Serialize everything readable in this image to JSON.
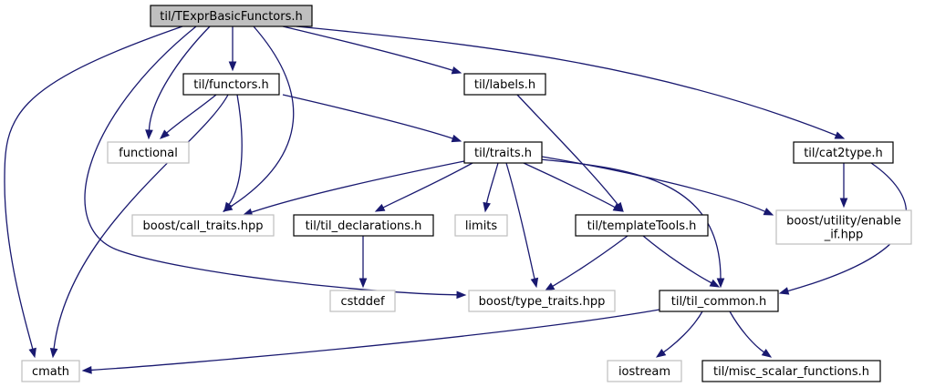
{
  "graph": {
    "colors": {
      "edge": "#191970",
      "root_fill": "#bfbfbf",
      "node_border": "#000000",
      "external_border": "#bfbfbf",
      "text": "#000000"
    },
    "nodes": [
      {
        "id": "root",
        "label": "til/TExprBasicFunctors.h",
        "kind": "root"
      },
      {
        "id": "functors",
        "label": "til/functors.h",
        "kind": "file"
      },
      {
        "id": "labels",
        "label": "til/labels.h",
        "kind": "file"
      },
      {
        "id": "cat2type",
        "label": "til/cat2type.h",
        "kind": "file"
      },
      {
        "id": "functional",
        "label": "functional",
        "kind": "external"
      },
      {
        "id": "traits",
        "label": "til/traits.h",
        "kind": "file"
      },
      {
        "id": "call_traits",
        "label": "boost/call_traits.hpp",
        "kind": "external"
      },
      {
        "id": "til_decl",
        "label": "til/til_declarations.h",
        "kind": "file"
      },
      {
        "id": "limits",
        "label": "limits",
        "kind": "external"
      },
      {
        "id": "templateTools",
        "label": "til/templateTools.h",
        "kind": "file"
      },
      {
        "id": "enable_if",
        "label": "boost/utility/enable\n_if.hpp",
        "kind": "external"
      },
      {
        "id": "cstddef",
        "label": "cstddef",
        "kind": "external"
      },
      {
        "id": "type_traits",
        "label": "boost/type_traits.hpp",
        "kind": "external"
      },
      {
        "id": "til_common",
        "label": "til/til_common.h",
        "kind": "file"
      },
      {
        "id": "cmath",
        "label": "cmath",
        "kind": "external"
      },
      {
        "id": "iostream",
        "label": "iostream",
        "kind": "external"
      },
      {
        "id": "misc",
        "label": "til/misc_scalar_functions.h",
        "kind": "file"
      }
    ],
    "edges": [
      {
        "from": "root",
        "to": "cmath"
      },
      {
        "from": "root",
        "to": "functional"
      },
      {
        "from": "root",
        "to": "functors"
      },
      {
        "from": "root",
        "to": "call_traits"
      },
      {
        "from": "root",
        "to": "type_traits"
      },
      {
        "from": "root",
        "to": "labels"
      },
      {
        "from": "root",
        "to": "cat2type"
      },
      {
        "from": "functors",
        "to": "functional"
      },
      {
        "from": "functors",
        "to": "call_traits"
      },
      {
        "from": "functors",
        "to": "cmath"
      },
      {
        "from": "functors",
        "to": "traits"
      },
      {
        "from": "labels",
        "to": "templateTools"
      },
      {
        "from": "cat2type",
        "to": "enable_if"
      },
      {
        "from": "cat2type",
        "to": "til_common"
      },
      {
        "from": "traits",
        "to": "call_traits"
      },
      {
        "from": "traits",
        "to": "til_decl"
      },
      {
        "from": "traits",
        "to": "limits"
      },
      {
        "from": "traits",
        "to": "type_traits"
      },
      {
        "from": "traits",
        "to": "templateTools"
      },
      {
        "from": "traits",
        "to": "til_common"
      },
      {
        "from": "traits",
        "to": "enable_if"
      },
      {
        "from": "til_decl",
        "to": "cstddef"
      },
      {
        "from": "templateTools",
        "to": "type_traits"
      },
      {
        "from": "templateTools",
        "to": "til_common"
      },
      {
        "from": "til_common",
        "to": "cmath"
      },
      {
        "from": "til_common",
        "to": "iostream"
      },
      {
        "from": "til_common",
        "to": "misc"
      }
    ]
  }
}
